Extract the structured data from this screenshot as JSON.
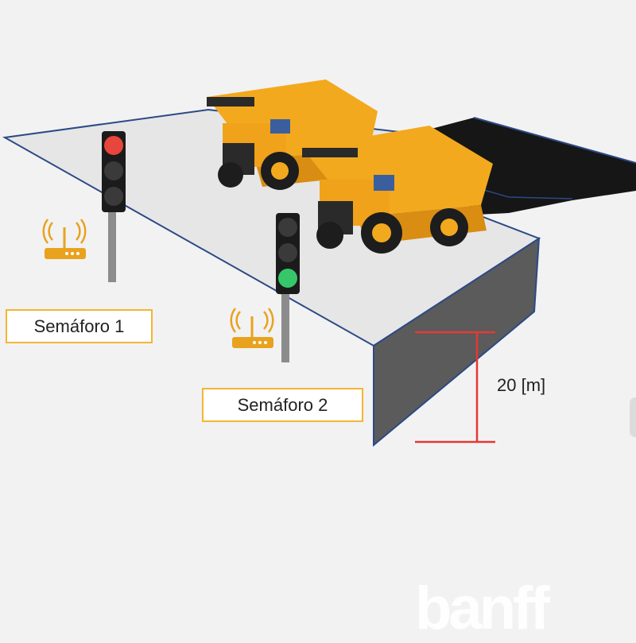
{
  "labels": {
    "semaforo1": "Semáforo 1",
    "semaforo2": "Semáforo 2",
    "height": "20 [m]"
  },
  "logo": {
    "text": "banff"
  },
  "icons": {
    "router": "wifi-router-icon",
    "traffic_light": "traffic-light-icon",
    "truck": "dump-truck-icon"
  },
  "traffic_lights": [
    {
      "name": "Semáforo 1",
      "active": "red"
    },
    {
      "name": "Semáforo 2",
      "active": "green"
    }
  ],
  "colors": {
    "background": "#f2f2f2",
    "platform": "#e6e6e6",
    "platform_edge": "#2b4a86",
    "wall": "#5b5b5b",
    "pit": "#161616",
    "label_border": "#f3b632",
    "measure_line": "#e53935",
    "light_red": "#e8453c",
    "light_green": "#35c76a",
    "light_off": "#3a3a3a",
    "router": "#e8a21e",
    "truck_body": "#f3a91e"
  }
}
